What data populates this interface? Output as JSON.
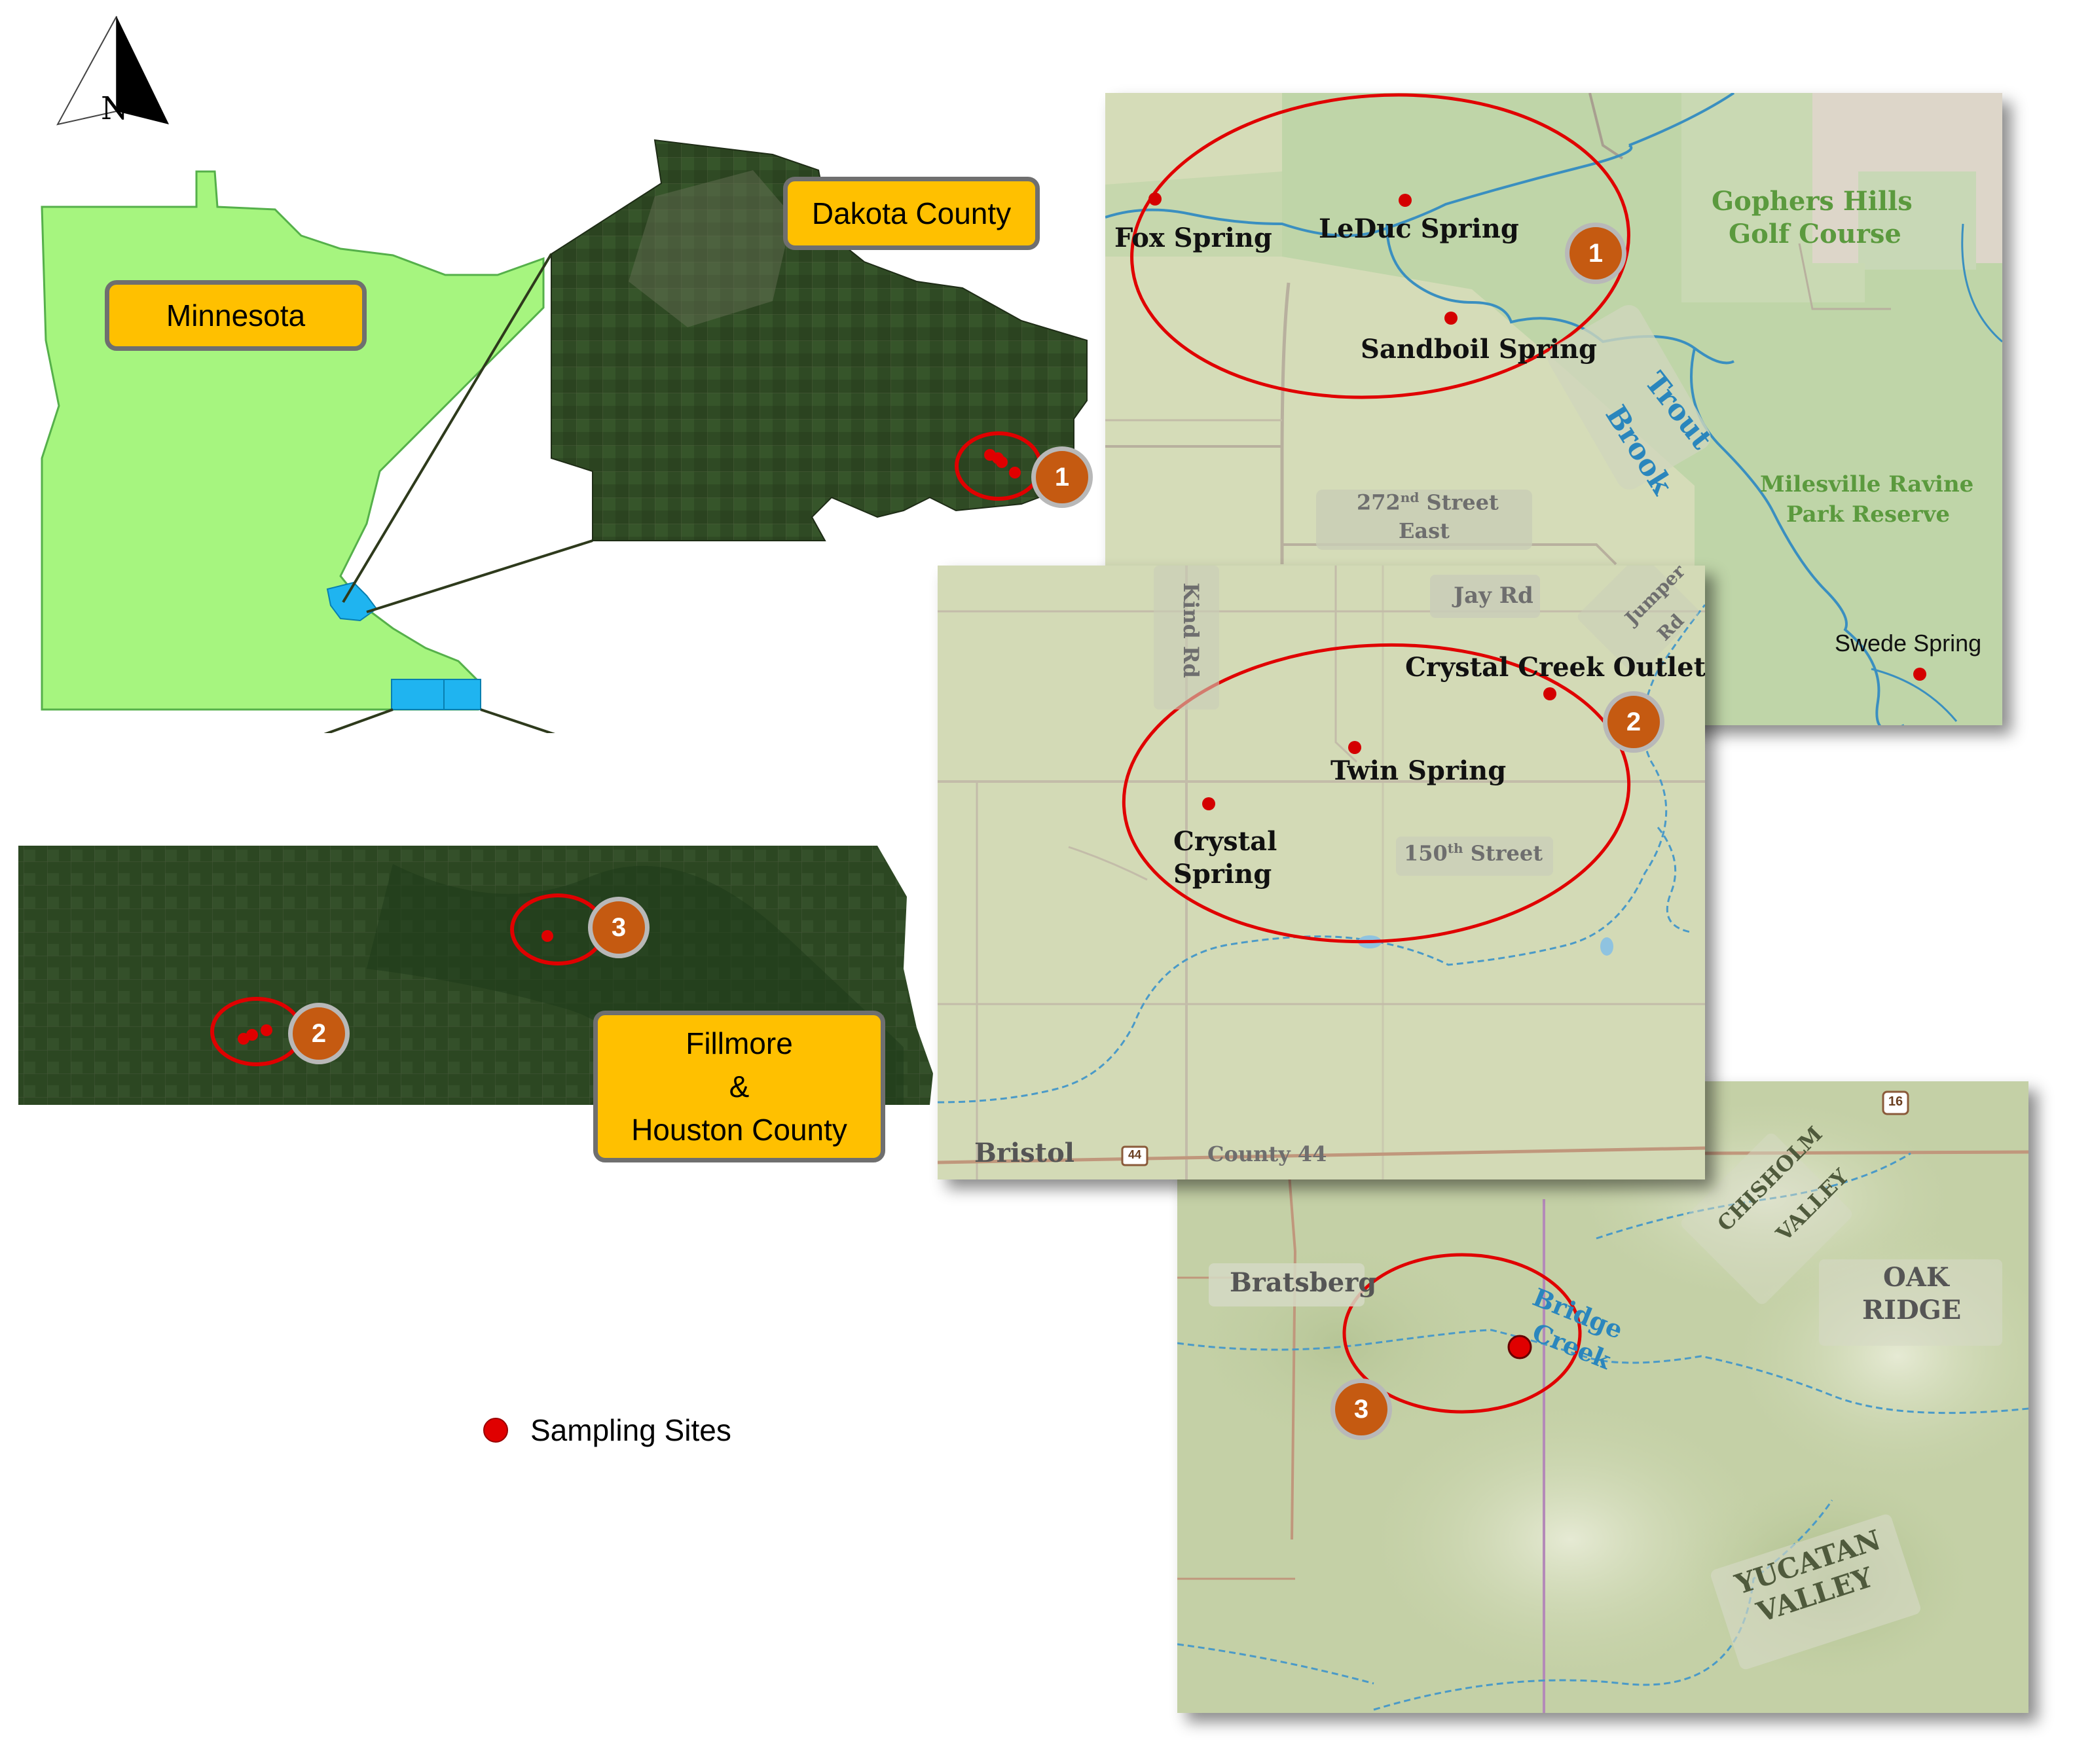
{
  "north_arrow": {
    "label": "N"
  },
  "callouts": {
    "minnesota": "Minnesota",
    "dakota": "Dakota County",
    "fillmore_line1": "Fillmore",
    "fillmore_line2": "&",
    "fillmore_line3": "Houston County"
  },
  "legend": {
    "label": "Sampling Sites",
    "marker_color": "#e00000"
  },
  "site_badges": [
    "1",
    "2",
    "3"
  ],
  "map1": {
    "springs": [
      "Fox Spring",
      "LeDuc Spring",
      "Sandboil Spring",
      "Swede Spring"
    ],
    "places": [
      "Gophers Hills",
      "Golf Course",
      "Milesville Ravine",
      "Park Reserve"
    ],
    "river": [
      "Trout",
      "Brook"
    ],
    "road_line1_num": "272",
    "road_line1_sup": "nd",
    "road_line1_rest": " Street",
    "road_line2": "East"
  },
  "map2": {
    "springs": [
      "Crystal Creek Outlet",
      "Twin Spring",
      "Crystal",
      "Spring"
    ],
    "roads": [
      "Jay Rd",
      "Kind Rd",
      "Jumper",
      "Rd",
      "150",
      "th",
      " Street",
      "County 44",
      "44"
    ],
    "town": "Bristol"
  },
  "map3": {
    "places": [
      "Bratsberg",
      "OAK",
      "RIDGE",
      "CHISHOLM",
      "VALLEY",
      "YUCATAN",
      "VALLEY"
    ],
    "river": [
      "Bridge",
      "Creek"
    ],
    "shield": "16"
  },
  "colors": {
    "minnesota_fill": "#a6f57f",
    "county_highlight": "#1fb4f0",
    "callout_fill": "#ffc000",
    "badge_fill": "#c55a11",
    "circle": "#e00000",
    "satellite": "#2f4a24",
    "basemap": "#d3dcb7"
  }
}
